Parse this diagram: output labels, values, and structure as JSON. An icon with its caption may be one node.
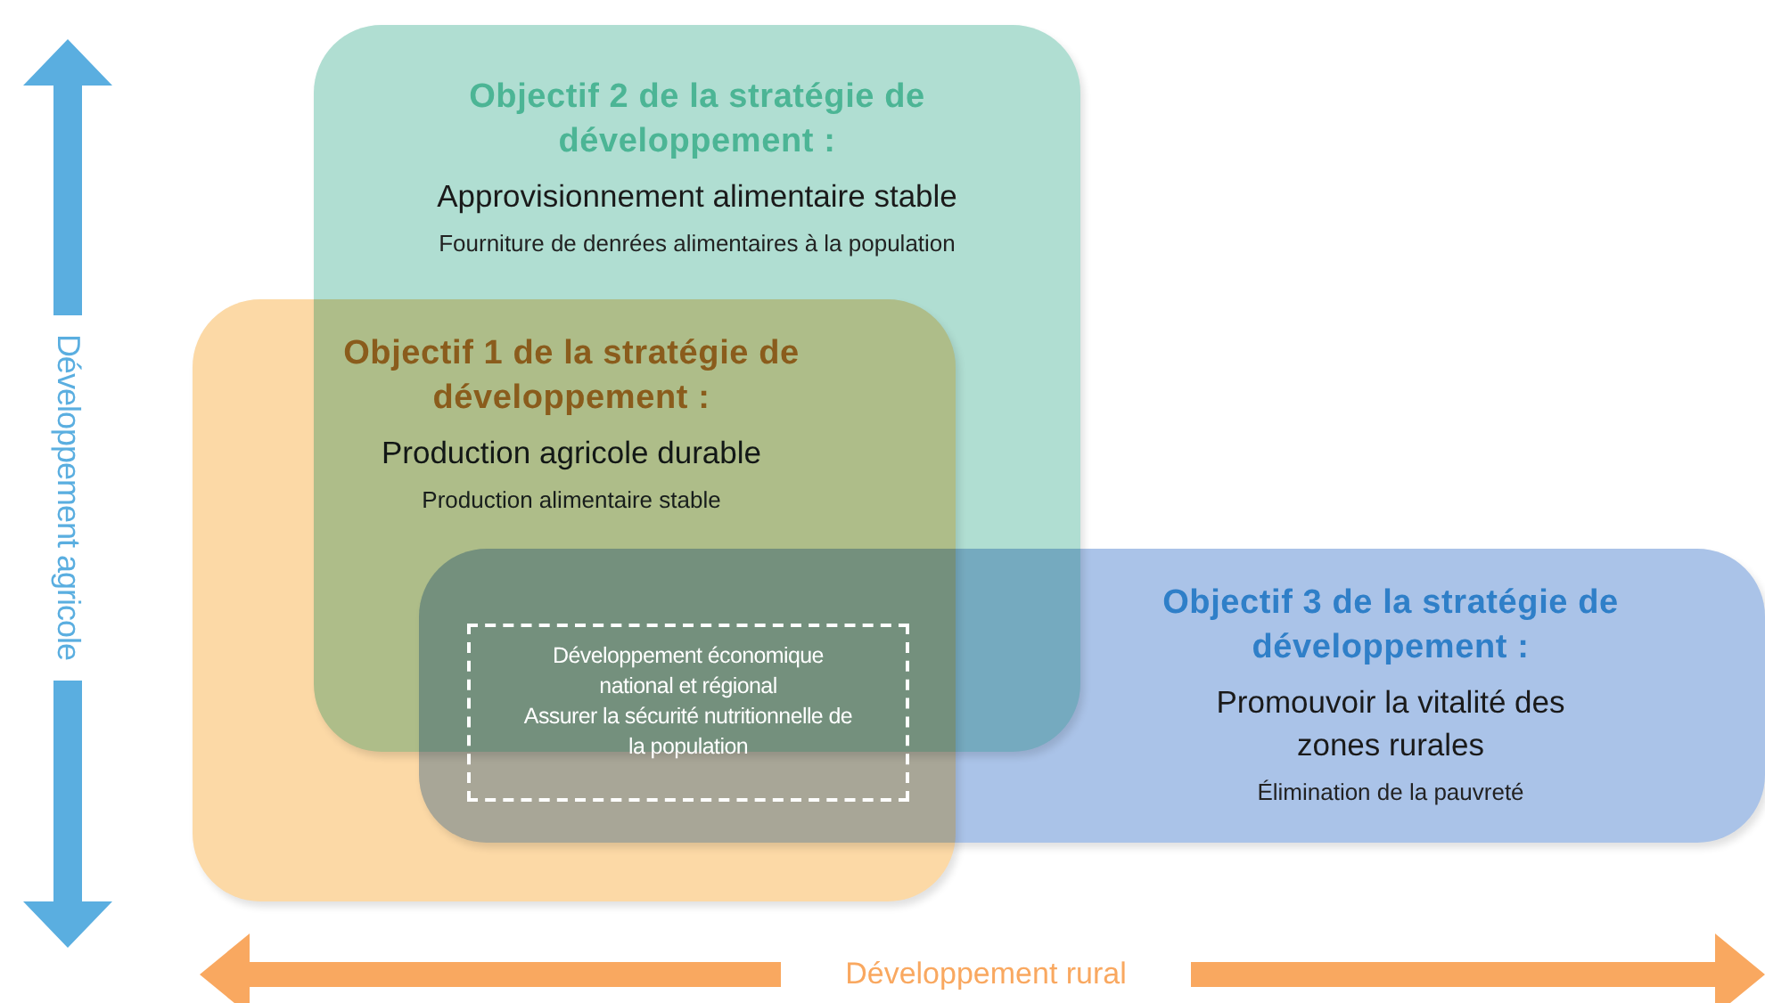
{
  "diagram": {
    "nodes": [
      {
        "text": [
          "Objectif 2 de la stratégie de développement :",
          "Approvisionnement alimentaire stable",
          "Fourniture de denrées alimentaires à la population"
        ]
      },
      {
        "text": [
          "Objectif 1 de la stratégie de développement :",
          "Production agricole durable",
          "Production alimentaire stable"
        ]
      },
      {
        "text": [
          "Objectif 3 de la stratégie de développement :",
          "Promouvoir la vitalité des zones rurales",
          "Élimination de la pauvreté"
        ]
      },
      {
        "text": [
          "Développement économique national et régional",
          "Assurer la sécurité nutritionnelle de la population"
        ]
      }
    ],
    "edges": [],
    "labels": [
      "Développement agricole",
      "Développement rural"
    ]
  }
}
